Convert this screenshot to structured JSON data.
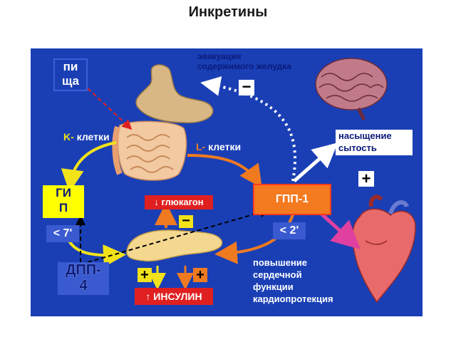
{
  "title": "Инкретины",
  "labels": {
    "food_line1": "пи",
    "food_line2": "ща",
    "evacuation_line1": "эвакуация",
    "evacuation_line2": "содержимого желудка",
    "k_prefix": "K-",
    "k_suffix": "клетки",
    "l_prefix": "L-",
    "l_suffix": "клетки",
    "satiety_line1": "насыщение",
    "satiety_line2": "сытость",
    "gip_line1": "ГИ",
    "gip_line2": "П",
    "gip_time": "< 7'",
    "glp1": "ГПП-1",
    "glp1_time": "< 2'",
    "glucagon": "глюкагон",
    "insulin": "ИНСУЛИН",
    "dpp4_line1": "ДПП-",
    "dpp4_line2": "4",
    "cardiac_line1": "повышение",
    "cardiac_line2": "сердечной",
    "cardiac_line3": "функции",
    "cardiac_line4": "кардиопротекция",
    "minus": "−",
    "plus": "+"
  },
  "colors": {
    "panel": "#1a3fb5",
    "gip_box": "#ffff00",
    "glp1_box": "#f47a20",
    "insulin_box": "#e02020",
    "glucagon_box": "#e02020",
    "arrow_yellow": "#f2e21a",
    "arrow_orange": "#f07a20",
    "arrow_magenta": "#e040a0"
  },
  "icons": [
    "stomach-icon",
    "intestine-icon",
    "pancreas-icon",
    "brain-icon",
    "heart-icon"
  ]
}
